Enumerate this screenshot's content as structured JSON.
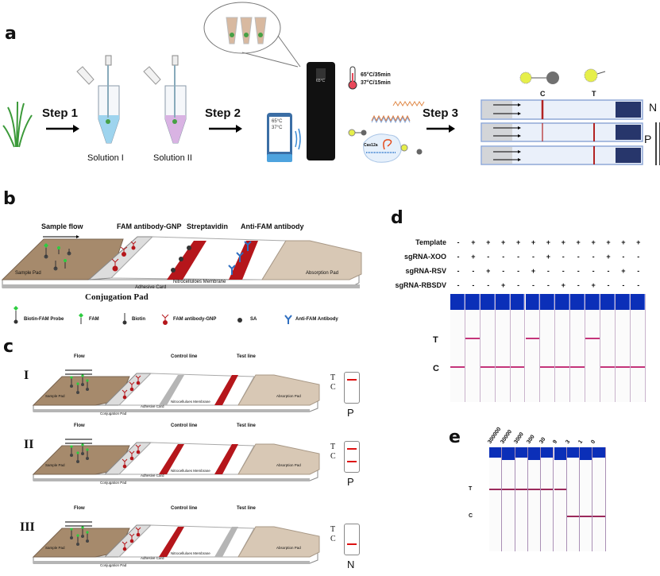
{
  "panels": {
    "a": {
      "letter": "a",
      "steps": [
        "Step 1",
        "Step 2",
        "Step 3"
      ],
      "solutions": [
        "Solution I",
        "Solution II"
      ],
      "phone_temps": [
        "65°C",
        "37°C"
      ],
      "thermos_display": "65°C",
      "incubation": [
        "65°C/35min",
        "37°C/15min"
      ],
      "enzyme_label": "Cas12a",
      "strip_line_labels": [
        "C",
        "T"
      ],
      "results": [
        {
          "label": "N",
          "bands": [
            "C"
          ]
        },
        {
          "label": "P",
          "bands": [
            "C",
            "T"
          ]
        },
        {
          "label": "",
          "bands": [
            "T"
          ]
        }
      ],
      "result_group_labels": [
        "N",
        "P"
      ],
      "colors": {
        "strip_fill": "#eaf0fa",
        "strip_border": "#8fa8d6",
        "absorb_pad": "#27366b",
        "band": "#b22222",
        "particle": "#e6ef4a"
      }
    },
    "b": {
      "letter": "b",
      "headings": [
        "Sample flow",
        "FAM antibody-GNP",
        "Streptavidin",
        "Anti-FAM antibody"
      ],
      "part_labels": {
        "sample_pad": "Sample Pad",
        "absorption_pad": "Absorption Pad",
        "membrane": "Nitrocelluloes Membrane",
        "adhesive": "Adhesive Card",
        "conjugation": "Conjugation Pad"
      },
      "legend": [
        {
          "icon": "biotin-fam-probe",
          "label": "Biotin-FAM Probe"
        },
        {
          "icon": "fam",
          "label": "FAM"
        },
        {
          "icon": "biotin",
          "label": "Biotin"
        },
        {
          "icon": "fam-antibody-gnp",
          "label": "FAM antibody-GNP"
        },
        {
          "icon": "sa",
          "label": "SA"
        },
        {
          "icon": "anti-fam-antibody",
          "label": "Anti-FAM Antibody"
        }
      ]
    },
    "c": {
      "letter": "c",
      "scenarios": [
        {
          "roman": "I",
          "flow": "Flow",
          "control": "Control line",
          "test": "Test line",
          "result": "P",
          "bands": [
            "T"
          ],
          "control_red": false,
          "test_red": true
        },
        {
          "roman": "II",
          "flow": "Flow",
          "control": "Control line",
          "test": "Test line",
          "result": "P",
          "bands": [
            "T",
            "C"
          ],
          "control_red": true,
          "test_red": true
        },
        {
          "roman": "III",
          "flow": "Flow",
          "control": "Control line",
          "test": "Test line",
          "result": "N",
          "bands": [
            "C"
          ],
          "control_red": true,
          "test_red": false
        }
      ],
      "part_labels": {
        "sample_pad": "Sample Pad",
        "absorption_pad": "Absorption Pad",
        "membrane": "Nitrocelluloes Membrane",
        "adhesive": "Adhesive Card",
        "conjugation": "Conjugation Pad"
      },
      "tc_labels": [
        "T",
        "C"
      ]
    },
    "d": {
      "letter": "d",
      "rows": [
        {
          "label": "Template",
          "values": [
            "-",
            "+",
            "+",
            "+",
            "+",
            "+",
            "+",
            "+",
            "+",
            "+",
            "+",
            "+",
            "+"
          ]
        },
        {
          "label": "sgRNA-XOO",
          "values": [
            "-",
            "+",
            "-",
            "-",
            "-",
            "-",
            "+",
            "-",
            "-",
            "-",
            "+",
            "-",
            "-"
          ]
        },
        {
          "label": "sgRNA-RSV",
          "values": [
            "-",
            "-",
            "+",
            "-",
            "-",
            "+",
            "-",
            "-",
            "-",
            "-",
            "-",
            "+",
            "-"
          ]
        },
        {
          "label": "sgRNA-RBSDV",
          "values": [
            "-",
            "-",
            "-",
            "+",
            "-",
            "-",
            "-",
            "+",
            "-",
            "+",
            "-",
            "-",
            "-"
          ]
        }
      ],
      "lane_bands": [
        "C",
        "T",
        "C",
        "C",
        "C",
        "T",
        "C",
        "C",
        "C",
        "T",
        "C",
        "C",
        "C"
      ],
      "line_labels": [
        "T",
        "C"
      ]
    },
    "e": {
      "letter": "e",
      "lanes": [
        "300000",
        "30000",
        "3000",
        "300",
        "30",
        "9",
        "3",
        "1",
        "0"
      ],
      "lane_bands": [
        "T",
        "T",
        "T",
        "T",
        "T",
        "T",
        "C",
        "C",
        "C"
      ],
      "line_labels": [
        "T",
        "C"
      ]
    }
  },
  "colors": {
    "strip_top": "#0b2fb8",
    "gel_band": "#c4347a",
    "red_line": "#b5161b",
    "sample_pad": "#a68a6c",
    "absorb_pad": "#d8c8b5"
  }
}
